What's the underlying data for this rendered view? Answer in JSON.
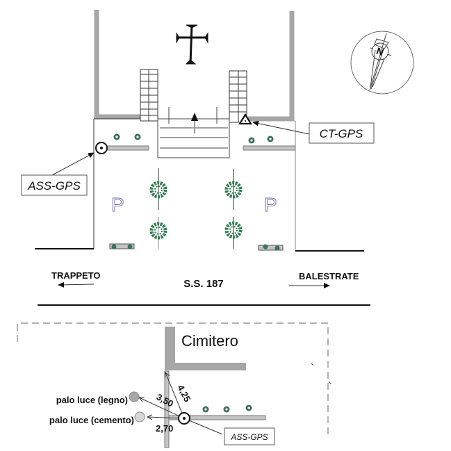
{
  "diagram": {
    "church": {
      "cross_icon": "cross-icon",
      "parking_label": "P"
    },
    "compass": {
      "north_label": "N"
    },
    "gps_points": {
      "ct": {
        "label": "CT-GPS"
      },
      "ass_top": {
        "label": "ASS-GPS"
      },
      "ass_bottom": {
        "label": "ASS-GPS"
      }
    },
    "road": {
      "name": "S.S. 187",
      "left_direction": "TRAPPETO",
      "right_direction": "BALESTRATE"
    },
    "cemetery": {
      "title": "Cimitero",
      "poles": [
        {
          "label": "palo luce (legno)",
          "color": "#a8a8a8"
        },
        {
          "label": "palo luce (cemento)",
          "color": "#d6d6d6"
        }
      ],
      "distances": [
        "4,25",
        "3,50",
        "2,70"
      ]
    },
    "colors": {
      "wall": "#a6a6a6",
      "tree": "#2e7d4f",
      "shrub": "#3d6f63",
      "parking": "#6d6db3",
      "line": "#222222"
    }
  }
}
